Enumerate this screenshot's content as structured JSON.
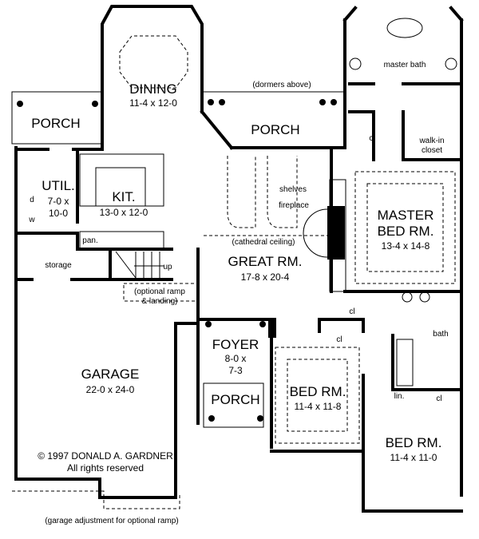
{
  "rooms": {
    "porch_left": {
      "name": "PORCH"
    },
    "dining": {
      "name": "DINING",
      "size": "11-4 x 12-0"
    },
    "porch_top": {
      "name": "PORCH"
    },
    "util": {
      "name": "UTIL.",
      "size1": "7-0 x",
      "size2": "10-0"
    },
    "kit": {
      "name": "KIT.",
      "size": "13-0 x 12-0"
    },
    "great": {
      "name": "GREAT RM.",
      "size": "17-8 x 20-4"
    },
    "master_bed": {
      "name1": "MASTER",
      "name2": "BED RM.",
      "size": "13-4 x 14-8"
    },
    "garage": {
      "name": "GARAGE",
      "size": "22-0 x 24-0"
    },
    "foyer": {
      "name": "FOYER",
      "size1": "8-0 x",
      "size2": "7-3"
    },
    "porch_front": {
      "name": "PORCH"
    },
    "bed2": {
      "name": "BED RM.",
      "size": "11-4 x 11-8"
    },
    "bed3": {
      "name": "BED RM.",
      "size": "11-4 x 11-0"
    }
  },
  "labels": {
    "dormers": "(dormers above)",
    "master_bath": "master bath",
    "cl": "cl",
    "walkin1": "walk-in",
    "walkin2": "closet",
    "shelves": "shelves",
    "fireplace": "fireplace",
    "cathedral": "(cathedral ceiling)",
    "d": "d",
    "w": "w",
    "pan": "pan.",
    "storage": "storage",
    "up": "up",
    "ramp1": "(optional ramp",
    "ramp2": "& landing)",
    "bath": "bath",
    "lin": "lin.",
    "copyright1": "© 1997 DONALD A. GARDNER",
    "copyright2": "All rights reserved",
    "garage_adj": "(garage adjustment for optional ramp)"
  }
}
